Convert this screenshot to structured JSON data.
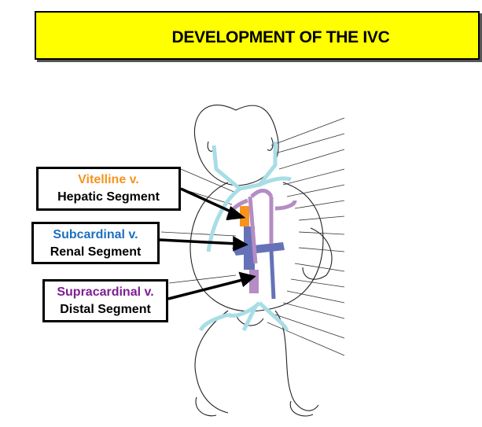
{
  "title": "DEVELOPMENT OF THE IVC",
  "labels": [
    {
      "vein": "Vitelline v.",
      "segment": "Hepatic Segment",
      "color": "#f7931e"
    },
    {
      "vein": "Subcardinal v.",
      "segment": "Renal Segment",
      "color": "#1c6fc0"
    },
    {
      "vein": "Supracardinal v.",
      "segment": "Distal Segment",
      "color": "#7d1f93"
    }
  ],
  "colors": {
    "title_bg": "#ffff00",
    "veins_light": "#a8dde6",
    "cardinal": "#b58cc4",
    "subcardinal": "#6672b8"
  }
}
